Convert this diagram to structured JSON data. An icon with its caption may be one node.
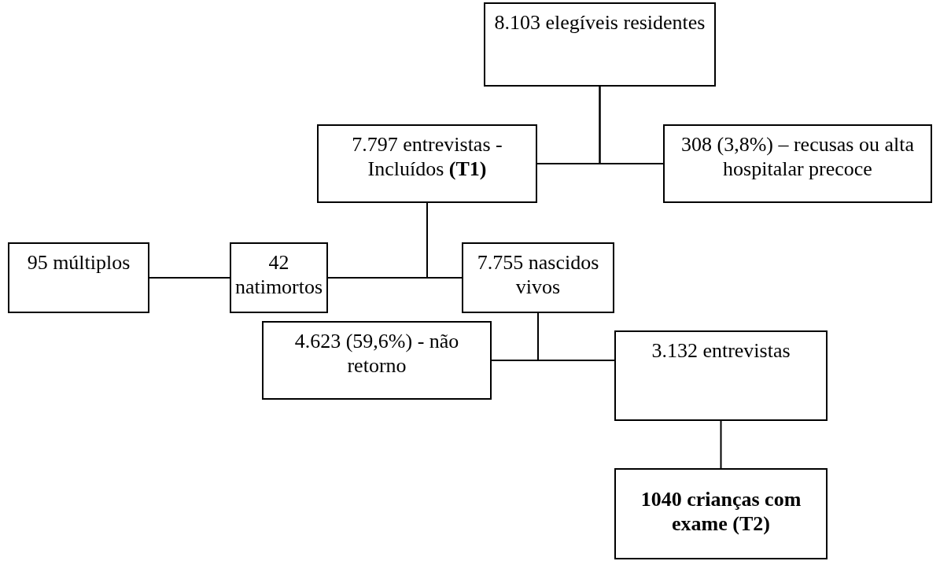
{
  "diagram": {
    "nodes": [
      {
        "text": [
          "8.103 elegíveis residentes"
        ]
      },
      {
        "text": [
          "7.797 entrevistas - Incluídos **(T1)**"
        ]
      },
      {
        "text": [
          "308 (3,8%) – recusas ou alta hospitalar precoce"
        ]
      },
      {
        "text": [
          "95 múltiplos"
        ]
      },
      {
        "text": [
          "42 natimortos"
        ]
      },
      {
        "text": [
          "7.755 nascidos vivos"
        ]
      },
      {
        "text": [
          "4.623 (59,6%) - não retorno"
        ]
      },
      {
        "text": [
          "3.132 entrevistas"
        ]
      },
      {
        "text": [
          "1040 crianças com exame (T2)"
        ]
      }
    ],
    "edges": [
      {
        "from": 0,
        "to": 1,
        "arrow": "none"
      },
      {
        "from": 0,
        "to": 2,
        "arrow": "none"
      },
      {
        "from": 1,
        "to": 4,
        "arrow": "none"
      },
      {
        "from": 1,
        "to": 5,
        "arrow": "none"
      },
      {
        "from": 4,
        "to": 3,
        "arrow": "none"
      },
      {
        "from": 5,
        "to": 6,
        "arrow": "none"
      },
      {
        "from": 5,
        "to": 7,
        "arrow": "none"
      },
      {
        "from": 7,
        "to": 8,
        "arrow": "none"
      }
    ]
  }
}
